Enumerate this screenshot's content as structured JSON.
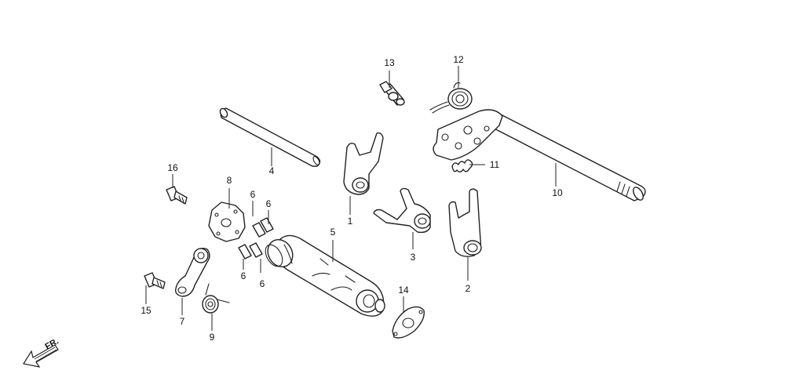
{
  "parts": [
    {
      "id": "part-1",
      "number": "1"
    },
    {
      "id": "part-2",
      "number": "2"
    },
    {
      "id": "part-3",
      "number": "3"
    },
    {
      "id": "part-4",
      "number": "4"
    },
    {
      "id": "part-5",
      "number": "5"
    },
    {
      "id": "part-6a",
      "number": "6"
    },
    {
      "id": "part-6b",
      "number": "6"
    },
    {
      "id": "part-6c",
      "number": "6"
    },
    {
      "id": "part-6d",
      "number": "6"
    },
    {
      "id": "part-7",
      "number": "7"
    },
    {
      "id": "part-8",
      "number": "8"
    },
    {
      "id": "part-9",
      "number": "9"
    },
    {
      "id": "part-10",
      "number": "10"
    },
    {
      "id": "part-11",
      "number": "11"
    },
    {
      "id": "part-12",
      "number": "12"
    },
    {
      "id": "part-13",
      "number": "13"
    },
    {
      "id": "part-14",
      "number": "14"
    },
    {
      "id": "part-15",
      "number": "15"
    },
    {
      "id": "part-16",
      "number": "16"
    }
  ],
  "direction_indicator": {
    "label": "FR.",
    "icon": "front-arrow-icon"
  }
}
